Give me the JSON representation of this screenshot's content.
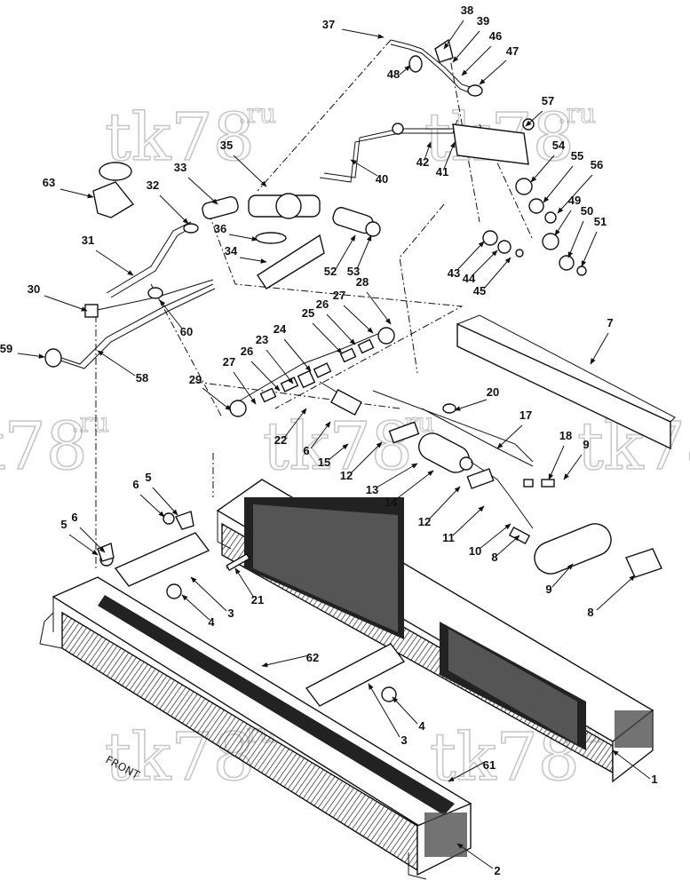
{
  "watermark": {
    "text": "tk78",
    "suffix": ".ru"
  },
  "stamp": "FRONT",
  "callouts": [
    {
      "n": "1"
    },
    {
      "n": "2"
    },
    {
      "n": "3"
    },
    {
      "n": "3"
    },
    {
      "n": "4"
    },
    {
      "n": "4"
    },
    {
      "n": "5"
    },
    {
      "n": "5"
    },
    {
      "n": "6"
    },
    {
      "n": "6"
    },
    {
      "n": "6"
    },
    {
      "n": "7"
    },
    {
      "n": "8"
    },
    {
      "n": "8"
    },
    {
      "n": "9"
    },
    {
      "n": "9"
    },
    {
      "n": "10"
    },
    {
      "n": "11"
    },
    {
      "n": "12"
    },
    {
      "n": "12"
    },
    {
      "n": "13"
    },
    {
      "n": "14"
    },
    {
      "n": "15"
    },
    {
      "n": "17"
    },
    {
      "n": "18"
    },
    {
      "n": "20"
    },
    {
      "n": "21"
    },
    {
      "n": "22"
    },
    {
      "n": "23"
    },
    {
      "n": "24"
    },
    {
      "n": "25"
    },
    {
      "n": "26"
    },
    {
      "n": "26"
    },
    {
      "n": "27"
    },
    {
      "n": "27"
    },
    {
      "n": "28"
    },
    {
      "n": "29"
    },
    {
      "n": "30"
    },
    {
      "n": "31"
    },
    {
      "n": "32"
    },
    {
      "n": "33"
    },
    {
      "n": "34"
    },
    {
      "n": "35"
    },
    {
      "n": "36"
    },
    {
      "n": "37"
    },
    {
      "n": "38"
    },
    {
      "n": "39"
    },
    {
      "n": "40"
    },
    {
      "n": "41"
    },
    {
      "n": "42"
    },
    {
      "n": "43"
    },
    {
      "n": "44"
    },
    {
      "n": "45"
    },
    {
      "n": "46"
    },
    {
      "n": "47"
    },
    {
      "n": "48"
    },
    {
      "n": "49"
    },
    {
      "n": "50"
    },
    {
      "n": "51"
    },
    {
      "n": "52"
    },
    {
      "n": "53"
    },
    {
      "n": "54"
    },
    {
      "n": "55"
    },
    {
      "n": "56"
    },
    {
      "n": "57"
    },
    {
      "n": "58"
    },
    {
      "n": "59"
    },
    {
      "n": "60"
    },
    {
      "n": "61"
    },
    {
      "n": "62"
    },
    {
      "n": "63"
    }
  ]
}
